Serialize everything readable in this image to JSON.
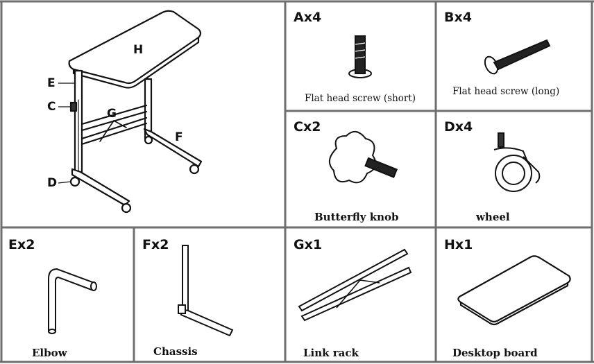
{
  "assembly": {
    "labels": {
      "H": "H",
      "E": "E",
      "C": "C",
      "G": "G",
      "F": "F",
      "D": "D"
    }
  },
  "parts": [
    {
      "code": "Ax4",
      "caption": "Flat head screw (short)",
      "icon": "short-screw-icon"
    },
    {
      "code": "Bx4",
      "caption": "Flat head screw (long)",
      "icon": "long-screw-icon"
    },
    {
      "code": "Cx2",
      "caption": "Butterfly knob",
      "icon": "butterfly-knob-icon"
    },
    {
      "code": "Dx4",
      "caption": "wheel",
      "icon": "wheel-icon"
    },
    {
      "code": "Ex2",
      "caption": "Elbow",
      "icon": "elbow-icon"
    },
    {
      "code": "Fx2",
      "caption": "Chassis",
      "icon": "chassis-icon"
    },
    {
      "code": "Gx1",
      "caption": "Link rack",
      "icon": "link-rack-icon"
    },
    {
      "code": "Hx1",
      "caption": "Desktop board",
      "icon": "desktop-board-icon"
    }
  ],
  "colors": {
    "grid": "#6e6e6e",
    "ink": "#111111",
    "paper": "#ffffff"
  }
}
